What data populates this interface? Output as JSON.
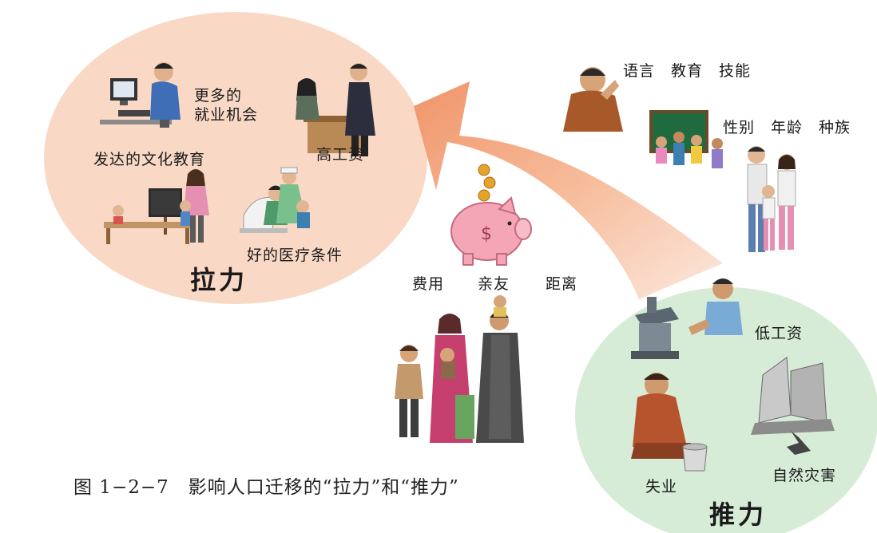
{
  "colors": {
    "pull_area": "#f9d9c6",
    "push_area": "#d7ecd7",
    "arrow": "#f2a07a",
    "arrow_light": "#fbe0d2"
  },
  "pull": {
    "title": "拉力",
    "labels": {
      "more_jobs_line1": "更多的",
      "more_jobs_line2": "就业机会",
      "high_wage": "高工资",
      "education": "发达的文化教育",
      "medical": "好的医疗条件"
    }
  },
  "push": {
    "title": "推力",
    "labels": {
      "low_wage": "低工资",
      "unemployment": "失业",
      "disaster": "自然灾害"
    }
  },
  "personal_factors": {
    "row1": "语言　教育　技能",
    "row2": "性别　年龄　种族"
  },
  "obstacles": {
    "cost": "费用",
    "relatives": "亲友",
    "distance": "距离"
  },
  "caption": "图 1−2−7　影响人口迁移的“拉力”和“推力”"
}
